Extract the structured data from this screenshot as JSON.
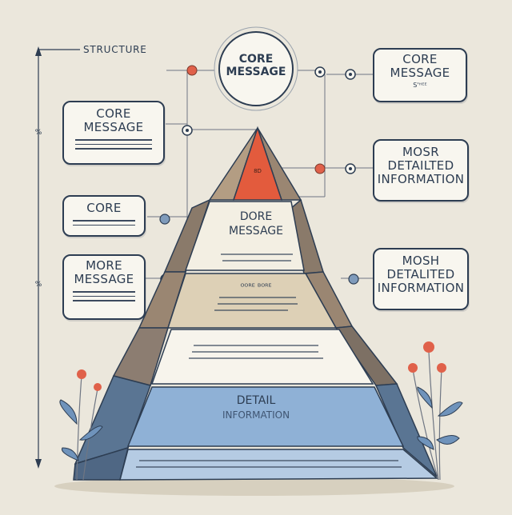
{
  "header": {
    "structure_label": "STRUCTURE"
  },
  "top_circle": {
    "line1": "CORE",
    "line2": "MESSAGE"
  },
  "left_cards": [
    {
      "line1": "CORE",
      "line2": "MESSAGE"
    },
    {
      "line1": "CORE",
      "line2": ""
    },
    {
      "line1": "MORE",
      "line2": "MESSAGE"
    }
  ],
  "right_cards": [
    {
      "line1": "CORE",
      "line2": "MESSAGE",
      "line3": "S'ᴴᴱᴱ"
    },
    {
      "line1": "MOSR",
      "line2": "DETAILTED",
      "line3": "INFORMATION"
    },
    {
      "line1": "MOSH",
      "line2": "DETALITED",
      "line3": "INFORMATION"
    }
  ],
  "pyramid": {
    "apex_label": "8D",
    "level2": {
      "line1": "DORE",
      "line2": "MESSAGE"
    },
    "level3": {
      "label": "ᴼᴼᴿᴱ ᴮᴼᴿᴱ"
    },
    "level5": {
      "line1": "DETAIL",
      "line2": "INFORMATION"
    }
  },
  "scale_marks": [
    "%",
    "%"
  ],
  "colors": {
    "background": "#ebe7dc",
    "ink": "#2d3d52",
    "apex": "#e35b3d",
    "level2": "#f3efe3",
    "level3": "#ddd0b6",
    "level4": "#f7f4ec",
    "level5": "#8fb1d6",
    "level6": "#b5cbe3",
    "side_dark": "#8a7a6a",
    "side_blue": "#5a7593",
    "accent_red": "#e0614a"
  }
}
